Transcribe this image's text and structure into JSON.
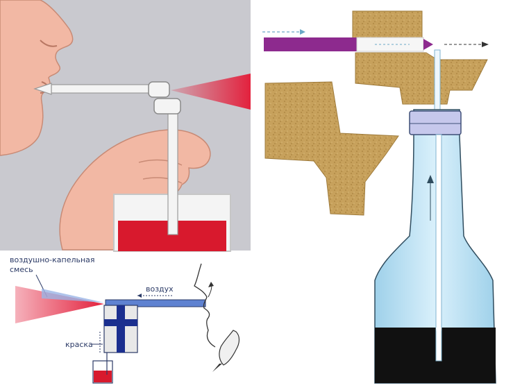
{
  "labels": {
    "aerosol": [
      "воздушно-капельная",
      "смесь"
    ],
    "air": "воздух",
    "paint": "краска"
  },
  "colors": {
    "skin": "#f2b8a4",
    "skin_shadow": "#e2977f",
    "tube": "#f4f4f4",
    "spray": "#e3213d",
    "liquid": "#d8192d",
    "cork": "#c7a15c",
    "glass": "#b9dff0",
    "purple_tube": "#8d2a8e",
    "black_base": "#111111",
    "blue_cross": "#1b2f8f"
  }
}
